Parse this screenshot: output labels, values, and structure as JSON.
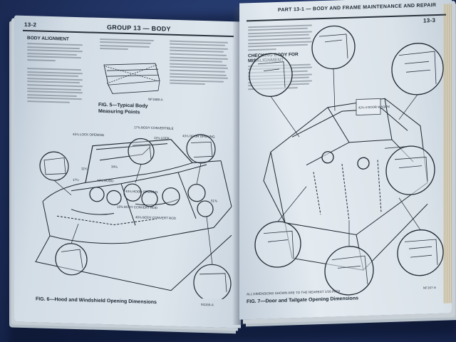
{
  "left_page": {
    "page_number": "13-2",
    "header": "GROUP 13 — BODY",
    "section_heading": "BODY ALIGNMENT",
    "checking_heading": "",
    "fig5_caption": "FIG. 5—Typical Body Measuring Points",
    "fig6_caption": "FIG. 6—Hood and Windshield Opening Dimensions",
    "fig5_code": "NF1688-A",
    "fig6_code": "M1155-A",
    "callouts": [
      "43⅞ LOCK OPENING",
      "17⅜ BODY CONVERTIBLE",
      "11⅜ LOCK",
      "43⅞ DOOR OPENING",
      "40⅛ HOOD",
      "34⅛",
      "11¾",
      "17¼",
      "19⅜ BODY CONVERT ROD",
      "51⅜",
      "43⅞ HOOD OPENING",
      "40⅝ BODY CONVERT ROD"
    ]
  },
  "right_page": {
    "header": "PART 13-1 — BODY AND FRAME MAINTENANCE AND REPAIR",
    "page_number": "13-3",
    "checking_heading": "CHECKING BODY FOR MISALIGNMENT",
    "note": "ALL DIMENSIONS SHOWN ARE TO THE NEAREST 1/16 INCH",
    "fig_caption": "FIG. 7—Door and Tailgate Opening Dimensions",
    "fig_code": "NF167-A",
    "callout": "42⅛ 4 DOOR WAGON"
  }
}
